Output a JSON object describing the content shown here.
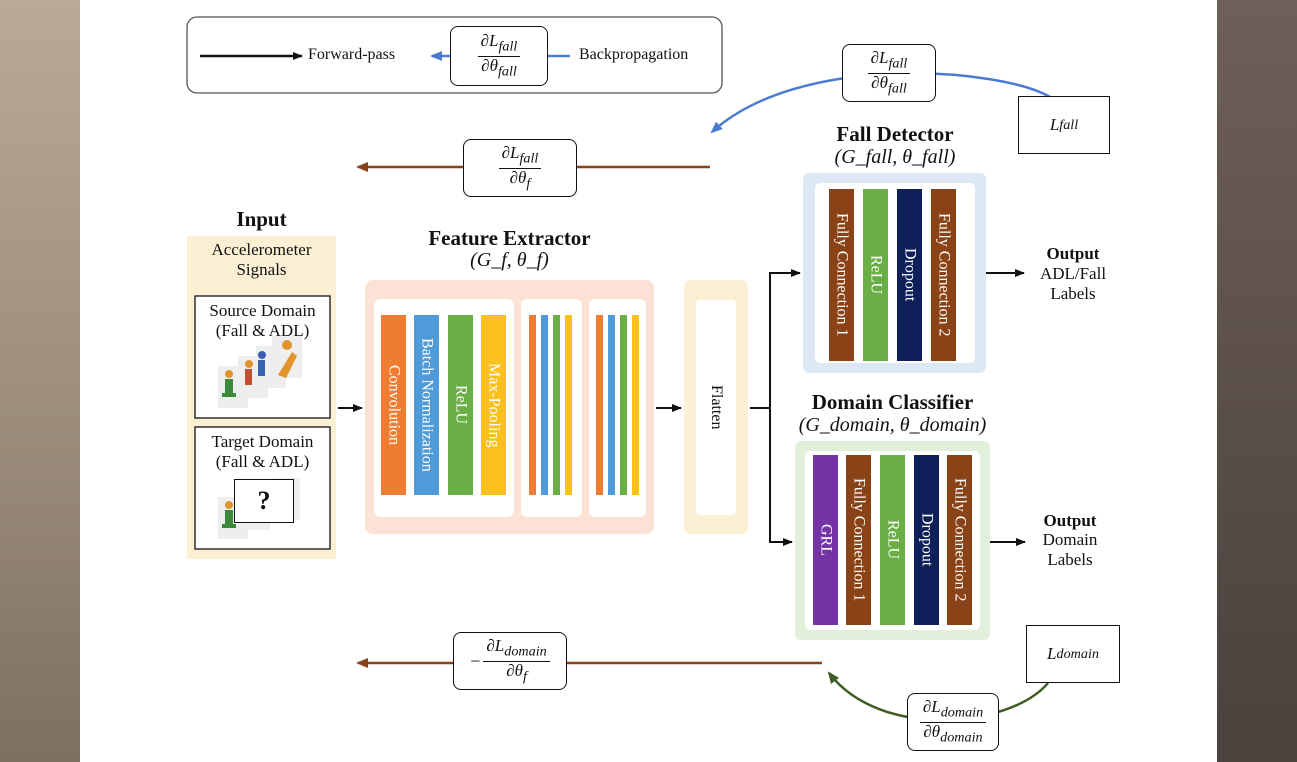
{
  "legend": {
    "forward_label": "Forward-pass",
    "backprop_label": "Backpropagation",
    "grad_num": "∂L",
    "grad_num_sub": "fall",
    "grad_den": "∂θ",
    "grad_den_sub": "fall"
  },
  "input": {
    "title": "Input",
    "signals": "Accelerometer Signals",
    "source_domain": "Source Domain (Fall & ADL)",
    "target_domain": "Target Domain (Fall & ADL)",
    "unknown_mark": "?"
  },
  "feature_extractor": {
    "title": "Feature Extractor",
    "params": "(G_f, θ_f)",
    "layers": [
      "Convolution",
      "Batch Normalization",
      "ReLU",
      "Max-Pooling"
    ],
    "layer_colors": [
      "#ef7d31",
      "#4f9ad8",
      "#6aae46",
      "#fbc01b"
    ]
  },
  "flatten": {
    "label": "Flatten"
  },
  "fall_detector": {
    "title": "Fall Detector",
    "params": "(G_fall, θ_fall)",
    "layers": [
      "Fully Connection 1",
      "ReLU",
      "Dropout",
      "Fully Connection 2"
    ],
    "layer_colors": [
      "#8a4317",
      "#6aae46",
      "#0e1f5a",
      "#8a4317"
    ],
    "output_title": "Output",
    "output_text": "ADL/Fall Labels"
  },
  "domain_classifier": {
    "title": "Domain Classifier",
    "params": "(G_domain, θ_domain)",
    "layers": [
      "GRL",
      "Fully Connection 1",
      "ReLU",
      "Dropout",
      "Fully Connection 2"
    ],
    "layer_colors": [
      "#7434a5",
      "#8a4317",
      "#6aae46",
      "#0e1f5a",
      "#8a4317"
    ],
    "output_title": "Output",
    "output_text": "Domain Labels"
  },
  "losses": {
    "fall": "L",
    "fall_sub": "fall",
    "domain": "L",
    "domain_sub": "domain"
  },
  "gradients": {
    "fall_top": {
      "num": "∂L",
      "num_sub": "fall",
      "den": "∂θ",
      "den_sub": "fall"
    },
    "fall_feature": {
      "num": "∂L",
      "num_sub": "fall",
      "den": "∂θ",
      "den_sub": "f"
    },
    "domain_bottom": {
      "num": "∂L",
      "num_sub": "domain",
      "den": "∂θ",
      "den_sub": "domain"
    },
    "domain_feature": {
      "sign": "−",
      "num": "∂L",
      "num_sub": "domain",
      "den": "∂θ",
      "den_sub": "f"
    }
  },
  "colors": {
    "forward_arrow": "#111111",
    "backprop_blue": "#4a7bd0",
    "backprop_brown": "#8a4317",
    "backprop_green": "#3e5d22",
    "input_bg": "#fcf0d4",
    "feature_bg": "#fbe2d5",
    "flatten_bg": "#fcf0d4",
    "fall_bg": "#dce8f4",
    "domain_bg": "#e2efda"
  }
}
